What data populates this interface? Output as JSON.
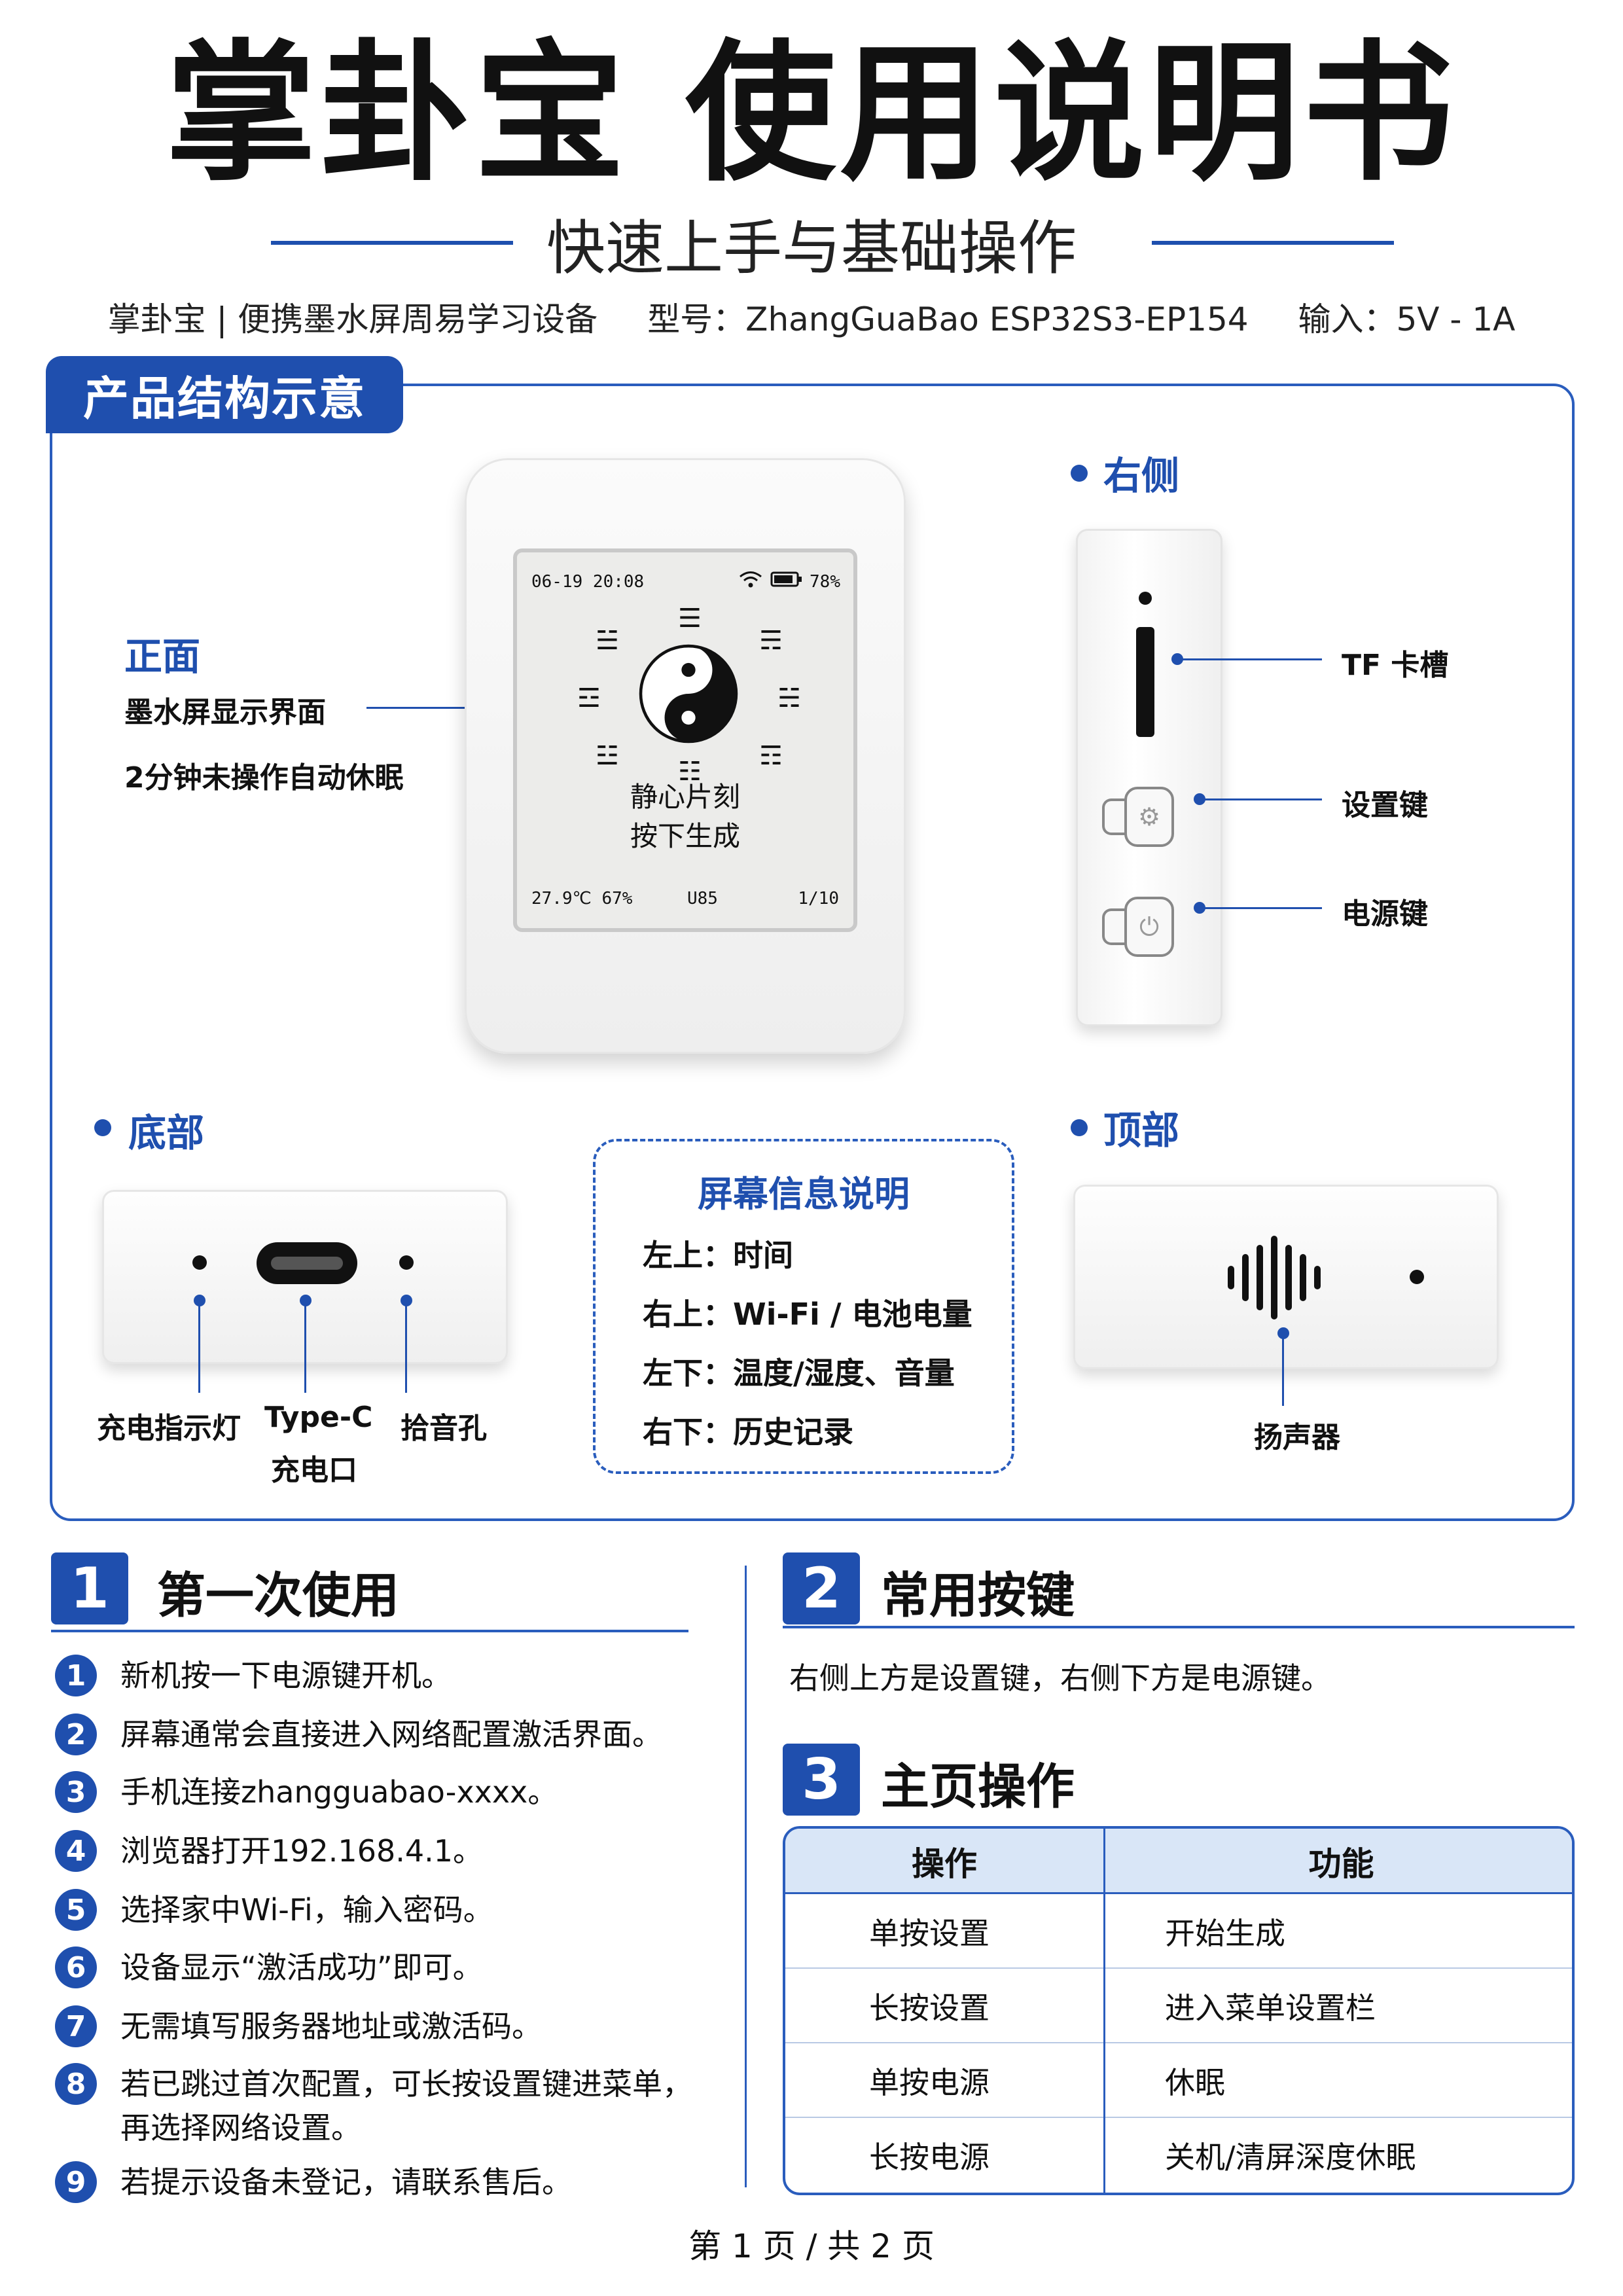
{
  "header": {
    "title": "掌卦宝 使用说明书",
    "subtitle": "快速上手与基础操作",
    "meta_product": "掌卦宝 | 便携墨水屏周易学习设备",
    "meta_model": "型号：ZhangGuaBao ESP32S3-EP154",
    "meta_input": "输入：5V - 1A"
  },
  "structure": {
    "tab": "产品结构示意",
    "front": {
      "title": "正面",
      "desc1": "墨水屏显示界面",
      "desc2": "2分钟未操作自动休眠"
    },
    "screen": {
      "time": "06-19 20:08",
      "battery": "78%",
      "line1": "静心片刻",
      "line2": "按下生成",
      "temp_hum": "27.9℃ 67%",
      "volume": "U85",
      "history": "1/10"
    },
    "right_side": {
      "title": "右侧",
      "tf": "TF 卡槽",
      "settings": "设置键",
      "power": "电源键"
    },
    "bottom": {
      "title": "底部",
      "charge_led": "充电指示灯",
      "typec": "Type-C",
      "typec2": "充电口",
      "mic": "拾音孔"
    },
    "top": {
      "title": "顶部",
      "speaker": "扬声器"
    },
    "info": {
      "title": "屏幕信息说明",
      "rows": [
        "左上：时间",
        "右上：Wi-Fi / 电池电量",
        "左下：温度/湿度、音量",
        "右下：历史记录"
      ]
    }
  },
  "section1": {
    "num": "1",
    "title": "第一次使用",
    "steps": [
      {
        "n": "1",
        "text": "新机按一下电源键开机。"
      },
      {
        "n": "2",
        "text": "屏幕通常会直接进入网络配置激活界面。"
      },
      {
        "n": "3",
        "text": "手机连接zhangguabao-xxxx。"
      },
      {
        "n": "4",
        "text": "浏览器打开192.168.4.1。"
      },
      {
        "n": "5",
        "text": "选择家中Wi-Fi，输入密码。"
      },
      {
        "n": "6",
        "text": "设备显示“激活成功”即可。"
      },
      {
        "n": "7",
        "text": "无需填写服务器地址或激活码。"
      },
      {
        "n": "8",
        "text": "若已跳过首次配置，可长按设置键进菜单，",
        "text2": "再选择网络设置。"
      },
      {
        "n": "9",
        "text": "若提示设备未登记，请联系售后。"
      }
    ]
  },
  "section2": {
    "num": "2",
    "title": "常用按键",
    "text": "右侧上方是设置键，右侧下方是电源键。"
  },
  "section3": {
    "num": "3",
    "title": "主页操作",
    "headers": [
      "操作",
      "功能"
    ],
    "rows": [
      [
        "单按设置",
        "开始生成"
      ],
      [
        "长按设置",
        "进入菜单设置栏"
      ],
      [
        "单按电源",
        "休眠"
      ],
      [
        "长按电源",
        "关机/清屏深度休眠"
      ]
    ]
  },
  "footer": "第 1 页 / 共 2 页",
  "colors": {
    "accent": "#1f4fae",
    "table_header": "#d9e6f7"
  }
}
